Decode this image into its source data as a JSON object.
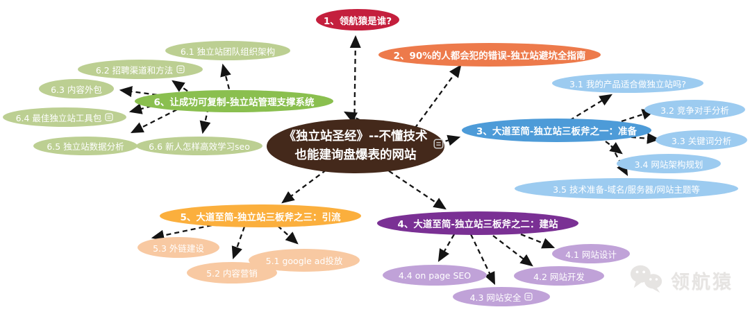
{
  "center": {
    "line1": "《独立站圣经》--不懂技术",
    "line2": "也能建询盘爆表的网站",
    "has_note": true
  },
  "branches": {
    "b1": {
      "label": "1、领航猿是谁?",
      "children": []
    },
    "b2": {
      "label": "2、90%的人都会犯的错误-独立站避坑全指南",
      "children": []
    },
    "b3": {
      "label": "3、大道至简-独立站三板斧之一：准备",
      "children": [
        {
          "label": "3.1 我的产品适合做独立站吗?",
          "note": false
        },
        {
          "label": "3.2 竞争对手分析",
          "note": false
        },
        {
          "label": "3.3 关键词分析",
          "note": false
        },
        {
          "label": "3.4 网站架构规划",
          "note": false
        },
        {
          "label": "3.5 技术准备-域名/服务器/网站主题等",
          "note": false
        }
      ]
    },
    "b4": {
      "label": "4、大道至简-独立站三板斧之二：建站",
      "children": [
        {
          "label": "4.1 网站设计",
          "note": false
        },
        {
          "label": "4.2 网站开发",
          "note": false
        },
        {
          "label": "4.3 网站安全",
          "note": true
        },
        {
          "label": "4.4 on page SEO",
          "note": false
        }
      ]
    },
    "b5": {
      "label": "5、大道至简-独立站三板斧之三：引流",
      "children": [
        {
          "label": "5.1 google ad投放",
          "note": false
        },
        {
          "label": "5.2 内容营销",
          "note": false
        },
        {
          "label": "5.3 外链建设",
          "note": false
        }
      ]
    },
    "b6": {
      "label": "6、让成功可复制-独立站管理支撑系统",
      "children": [
        {
          "label": "6.1 独立站团队组织架构",
          "note": false
        },
        {
          "label": "6.2 招聘渠道和方法",
          "note": true
        },
        {
          "label": "6.3 内容外包",
          "note": false
        },
        {
          "label": "6.4 最佳独立站工具包",
          "note": true
        },
        {
          "label": "6.5 独立站数据分析",
          "note": false
        },
        {
          "label": "6.6 新人怎样高效学习seo",
          "note": false
        }
      ]
    }
  },
  "palette": {
    "center_bg": "#44291B",
    "branch1": "#C41F3D",
    "branch2": "#ED7A4B",
    "branch3": "#4D9BD8",
    "branch3_child": "#9CCBF0",
    "branch4": "#7A3094",
    "branch4_child": "#C0A2D8",
    "branch5": "#FBAF3D",
    "branch5_child": "#F8C9A2",
    "branch6": "#8ABF4F",
    "branch6_child": "#BCCF92",
    "node_text": "#FFFFFF",
    "connector": "#141414",
    "watermark": "#E3E1DF"
  },
  "watermark": {
    "brand": "领航猿",
    "icon": "wechat-icon"
  }
}
